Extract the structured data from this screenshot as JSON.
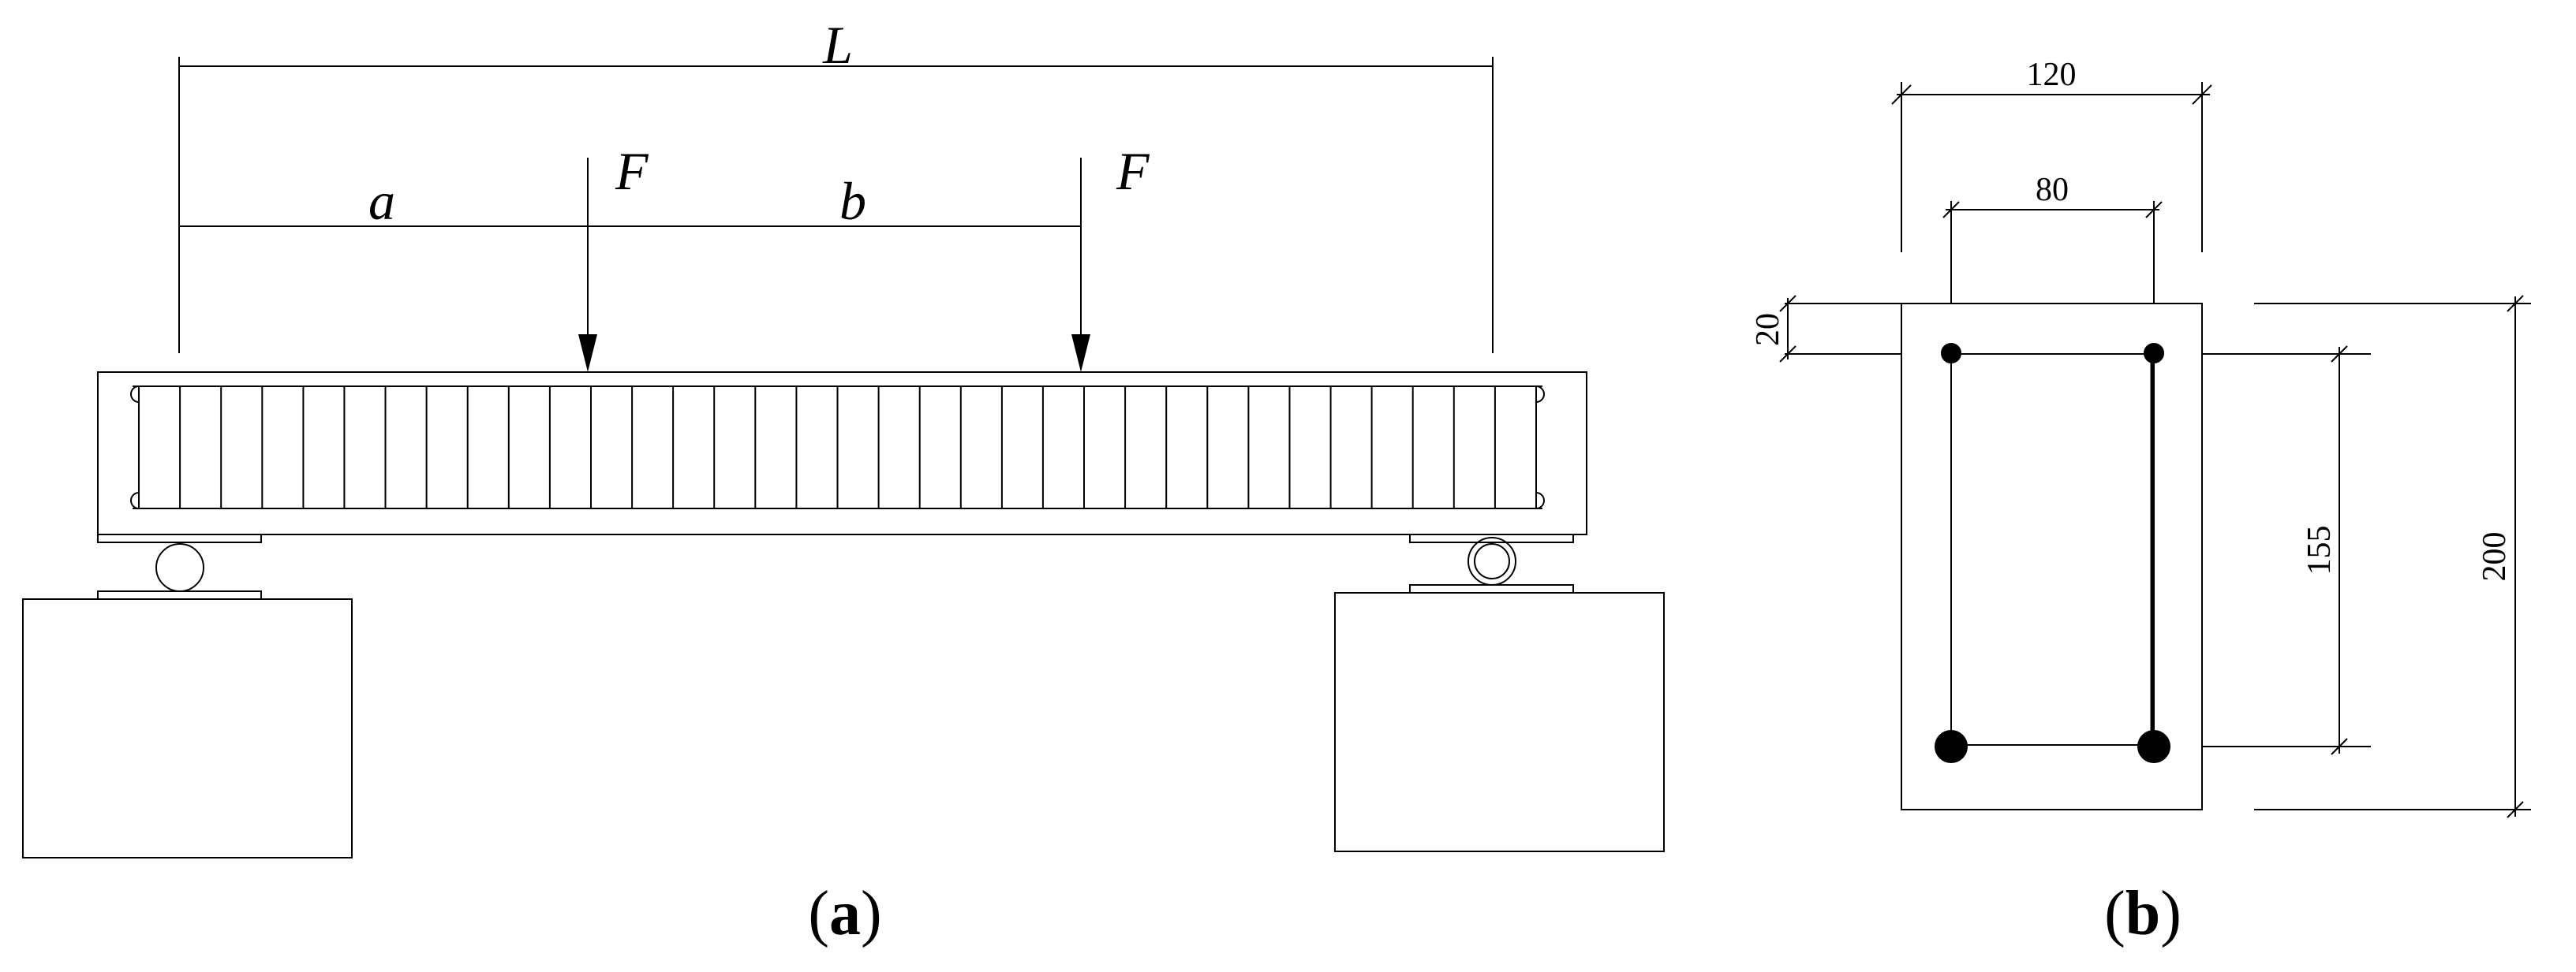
{
  "panel_a": {
    "caption_letter": "a",
    "labels": {
      "span": "L",
      "shear_span": "a",
      "load_spacing": "b",
      "load_left": "F",
      "load_right": "F"
    }
  },
  "panel_b": {
    "caption_letter": "b",
    "dimensions": {
      "width": "120",
      "bar_spacing": "80",
      "cover": "20",
      "effective_depth": "155",
      "height": "200"
    }
  }
}
